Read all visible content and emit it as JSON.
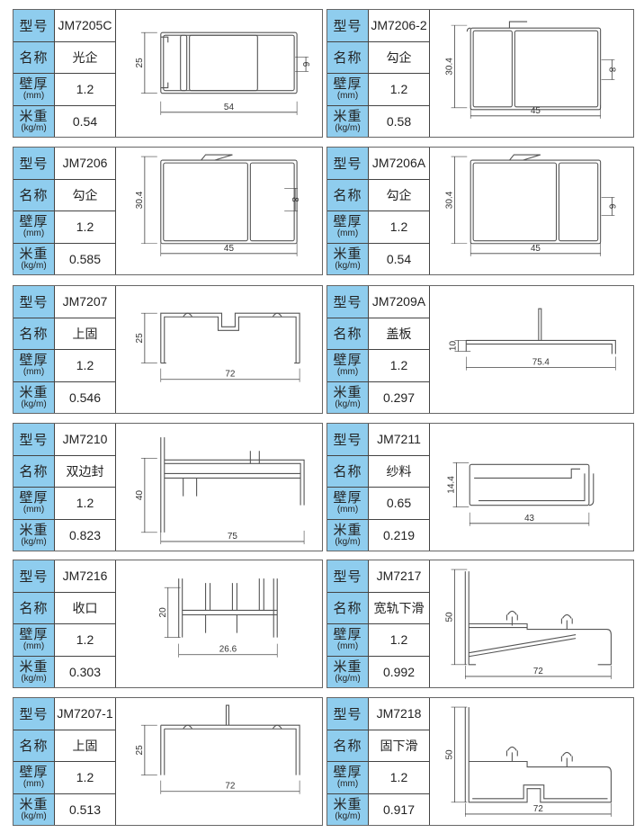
{
  "labels": {
    "model": "型号",
    "name": "名称",
    "thickness": "壁厚",
    "thickness_unit": "(mm)",
    "weight": "米重",
    "weight_unit": "(kg/m)"
  },
  "cards": [
    {
      "model": "JM7205C",
      "name": "光企",
      "thickness": "1.2",
      "weight": "0.54",
      "dims": [
        "25",
        "54",
        "6"
      ]
    },
    {
      "model": "JM7206-2",
      "name": "勾企",
      "thickness": "1.2",
      "weight": "0.58",
      "dims": [
        "30.4",
        "45",
        "8"
      ]
    },
    {
      "model": "JM7206",
      "name": "勾企",
      "thickness": "1.2",
      "weight": "0.585",
      "dims": [
        "30.4",
        "45",
        "8"
      ]
    },
    {
      "model": "JM7206A",
      "name": "勾企",
      "thickness": "1.2",
      "weight": "0.54",
      "dims": [
        "30.4",
        "45",
        "6"
      ]
    },
    {
      "model": "JM7207",
      "name": "上固",
      "thickness": "1.2",
      "weight": "0.546",
      "dims": [
        "25",
        "72"
      ]
    },
    {
      "model": "JM7209A",
      "name": "盖板",
      "thickness": "1.2",
      "weight": "0.297",
      "dims": [
        "10",
        "75.4"
      ]
    },
    {
      "model": "JM7210",
      "name": "双边封",
      "thickness": "1.2",
      "weight": "0.823",
      "dims": [
        "40",
        "75"
      ]
    },
    {
      "model": "JM7211",
      "name": "纱料",
      "thickness": "0.65",
      "weight": "0.219",
      "dims": [
        "14.4",
        "43"
      ]
    },
    {
      "model": "JM7216",
      "name": "收口",
      "thickness": "1.2",
      "weight": "0.303",
      "dims": [
        "20",
        "26.6"
      ]
    },
    {
      "model": "JM7217",
      "name": "宽轨下滑",
      "thickness": "1.2",
      "weight": "0.992",
      "dims": [
        "50",
        "72"
      ]
    },
    {
      "model": "JM7207-1",
      "name": "上固",
      "thickness": "1.2",
      "weight": "0.513",
      "dims": [
        "25",
        "72"
      ]
    },
    {
      "model": "JM7218",
      "name": "固下滑",
      "thickness": "1.2",
      "weight": "0.917",
      "dims": [
        "50",
        "72"
      ]
    }
  ]
}
